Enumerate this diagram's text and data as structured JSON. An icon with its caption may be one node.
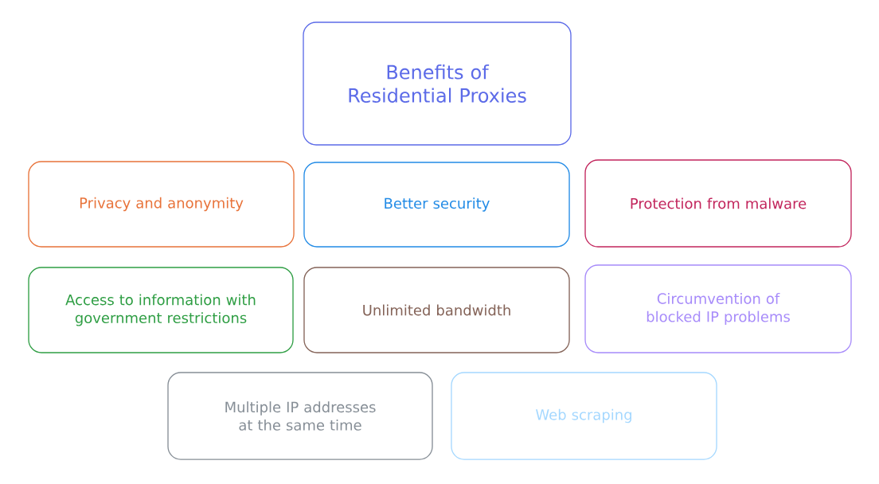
{
  "diagram": {
    "nodes": [
      {
        "text": [
          "Benefits of Residential Proxies"
        ]
      },
      {
        "text": [
          "Privacy and anonymity"
        ]
      },
      {
        "text": [
          "Better security"
        ]
      },
      {
        "text": [
          "Protection from malware"
        ]
      },
      {
        "text": [
          "Access to information with government restrictions"
        ]
      },
      {
        "text": [
          "Unlimited bandwidth"
        ]
      },
      {
        "text": [
          "Circumvention of blocked IP problems"
        ]
      },
      {
        "text": [
          "Multiple IP addresses at the same time"
        ]
      },
      {
        "text": [
          "Web scraping"
        ]
      }
    ]
  }
}
